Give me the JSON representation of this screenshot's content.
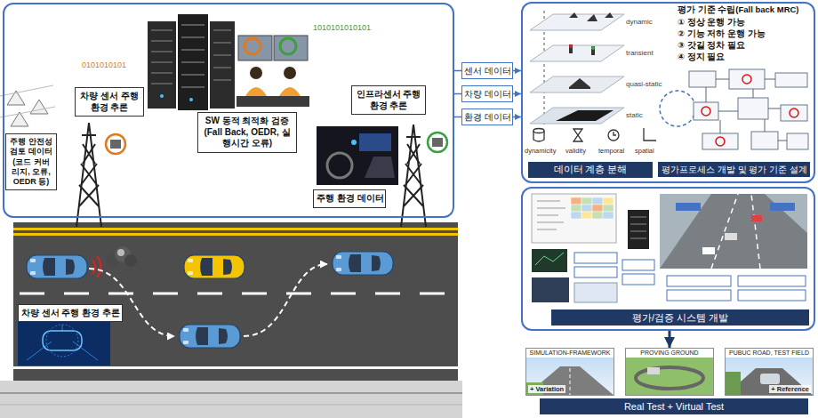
{
  "diagram": {
    "nodes": [
      {
        "text": []
      },
      {
        "text": [
          "차량 센서 주행 환경 추론"
        ],
        "in": 0
      },
      {
        "text": [
          "SW 동적 최적화 검증 (Fall Back, OEDR, 실행시간 오류)"
        ],
        "in": 0
      },
      {
        "text": [
          "인프라센서 주행 환경 추론"
        ],
        "in": 0
      },
      {
        "text": [
          "주행 안전성 검토 데이터 (코드 커버리지, 오류, OEDR 등)"
        ],
        "in": 0
      },
      {
        "text": [
          "주행 환경 데이터"
        ],
        "in": 0
      },
      {
        "text": [
          "차량 센서 주행 환경 추론"
        ]
      },
      {
        "text": [
          "센서 데이터"
        ]
      },
      {
        "text": [
          "차량 데이터"
        ]
      },
      {
        "text": [
          "환경 데이터"
        ]
      },
      {
        "text": []
      },
      {
        "text": [
          "데이터 계층 분해"
        ],
        "in": 10
      },
      {
        "text": [
          "평가프로세스 개발 및 평가 기준 설계"
        ],
        "in": 10
      },
      {
        "text": []
      },
      {
        "text": [
          "평가/검증 시스템 개발"
        ],
        "in": 13
      },
      {
        "text": [
          "SIMULATION-FRAMEWORK",
          "+ Variation"
        ]
      },
      {
        "text": [
          "PROVING GROUND"
        ]
      },
      {
        "text": [
          "PUBUC ROAD, TEST FIELD",
          "+ Reference"
        ]
      },
      {
        "text": [
          "Real Test + Virtual Test"
        ]
      }
    ],
    "edges": [
      {
        "from": 0,
        "to": 7,
        "arrow": "none"
      },
      {
        "from": 7,
        "to": 10,
        "arrow": "to"
      },
      {
        "from": 0,
        "to": 8,
        "arrow": "none"
      },
      {
        "from": 8,
        "to": 10,
        "arrow": "to"
      },
      {
        "from": 0,
        "to": 9,
        "arrow": "none"
      },
      {
        "from": 9,
        "to": 10,
        "arrow": "to"
      },
      {
        "from": 13,
        "to": 16,
        "arrow": "to"
      }
    ],
    "labels": [
      "평가 기준 수립(Fall back MRC)",
      "① 정상 운행 가능",
      "② 기능 저하 운행 가능",
      "③ 갓길 정차 필요",
      "④ 정지 필요",
      "dynamic",
      "transient",
      "quasi-static",
      "static",
      "dynamicity",
      "validity",
      "temporal",
      "spatial",
      "0101010101",
      "1010101010101"
    ]
  }
}
